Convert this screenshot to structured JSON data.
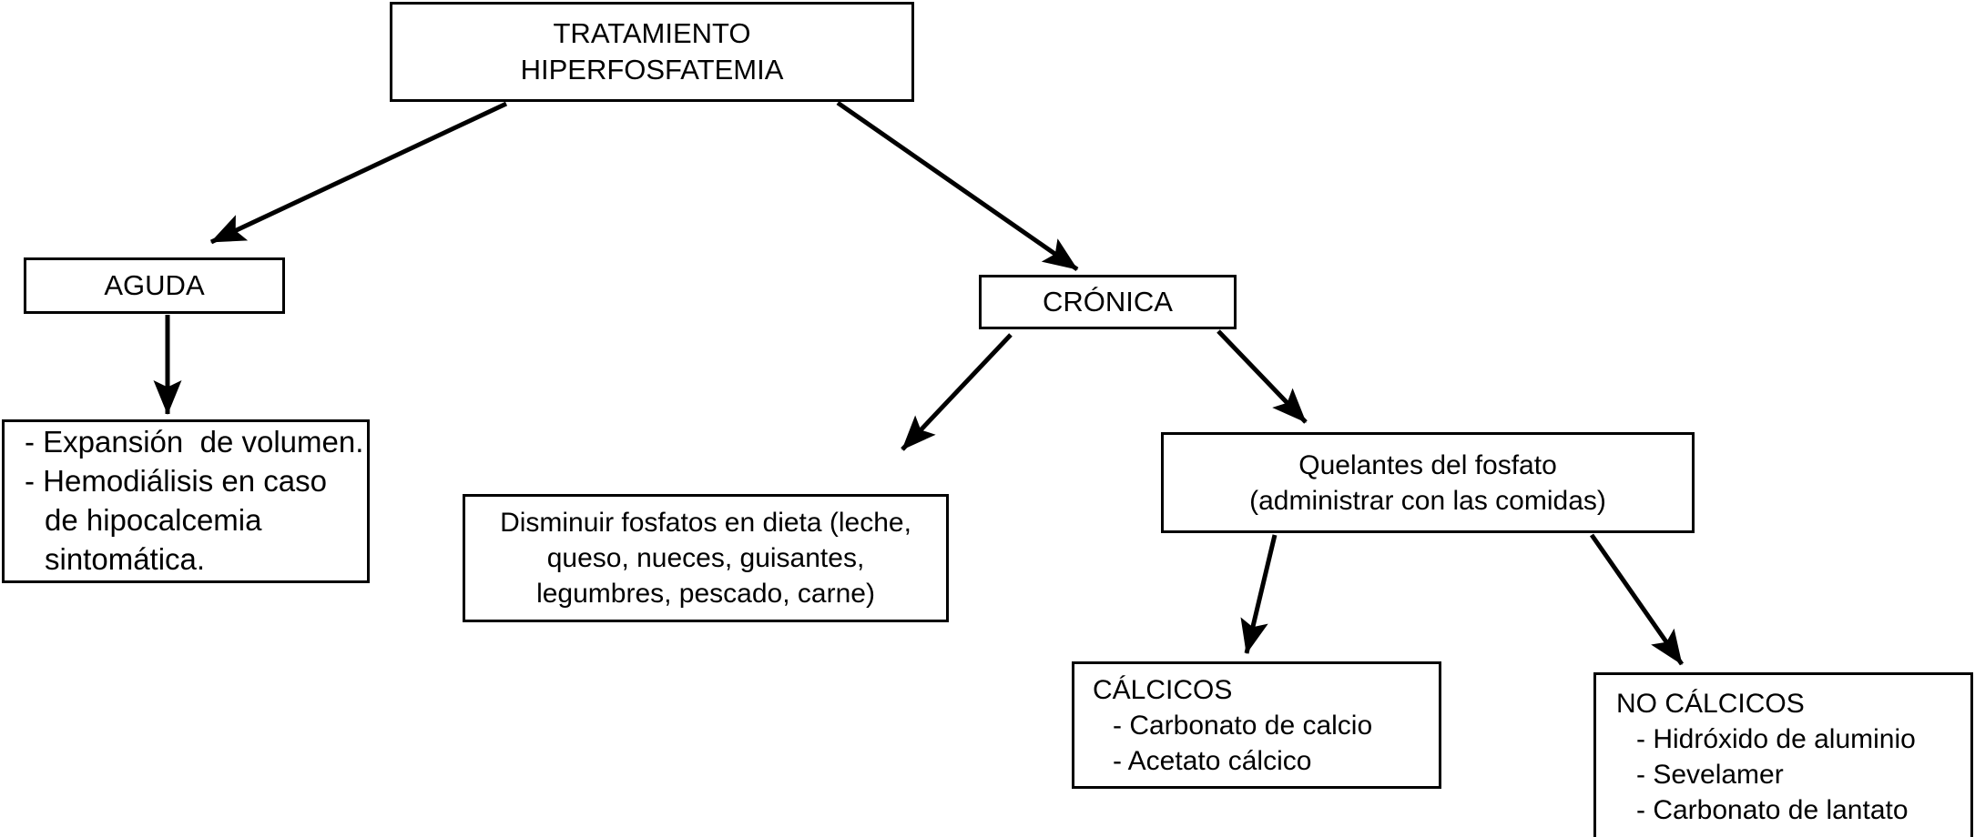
{
  "diagram": {
    "title": "TRATAMIENTO HIPERFOSFATEMIA",
    "language": "es",
    "colors": {
      "background": "#ffffff",
      "stroke": "#000000",
      "text": "#000000"
    },
    "nodes": {
      "root": {
        "id": "root",
        "lines": [
          "TRATAMIENTO",
          "HIPERFOSFATEMIA"
        ]
      },
      "aguda": {
        "id": "aguda",
        "lines": [
          "AGUDA"
        ]
      },
      "cronica": {
        "id": "cronica",
        "lines": [
          "CRÓNICA"
        ]
      },
      "aguda_detail": {
        "id": "aguda-detail",
        "lines": [
          "- Expansión  de volumen.",
          "- Hemodiálisis en caso",
          "de hipocalcemia",
          "sintomática."
        ]
      },
      "dieta": {
        "id": "dieta",
        "lines": [
          "Disminuir fosfatos en dieta (leche,",
          "queso, nueces, guisantes,",
          "legumbres, pescado, carne)"
        ]
      },
      "quelantes": {
        "id": "quelantes",
        "lines": [
          "Quelantes del fosfato",
          "(administrar con las comidas)"
        ]
      },
      "calcicos": {
        "id": "calcicos",
        "heading": "CÁLCICOS",
        "lines": [
          "- Carbonato de calcio",
          "- Acetato cálcico"
        ]
      },
      "no_calcicos": {
        "id": "no-calcicos",
        "heading": "NO CÁLCICOS",
        "lines": [
          "- Hidróxido de aluminio",
          "- Sevelamer",
          "- Carbonato de lantato"
        ]
      }
    },
    "edges": [
      {
        "id": "root-to-aguda",
        "from": "root",
        "to": "aguda",
        "label": ""
      },
      {
        "id": "root-to-cronica",
        "from": "root",
        "to": "cronica",
        "label": ""
      },
      {
        "id": "aguda-to-detail",
        "from": "aguda",
        "to": "aguda-detail",
        "label": ""
      },
      {
        "id": "cronica-to-dieta",
        "from": "cronica",
        "to": "dieta",
        "label": ""
      },
      {
        "id": "cronica-to-quelantes",
        "from": "cronica",
        "to": "quelantes",
        "label": ""
      },
      {
        "id": "quelantes-to-calcicos",
        "from": "quelantes",
        "to": "calcicos",
        "label": ""
      },
      {
        "id": "quelantes-to-nocalcicos",
        "from": "quelantes",
        "to": "no-calcicos",
        "label": ""
      }
    ]
  }
}
